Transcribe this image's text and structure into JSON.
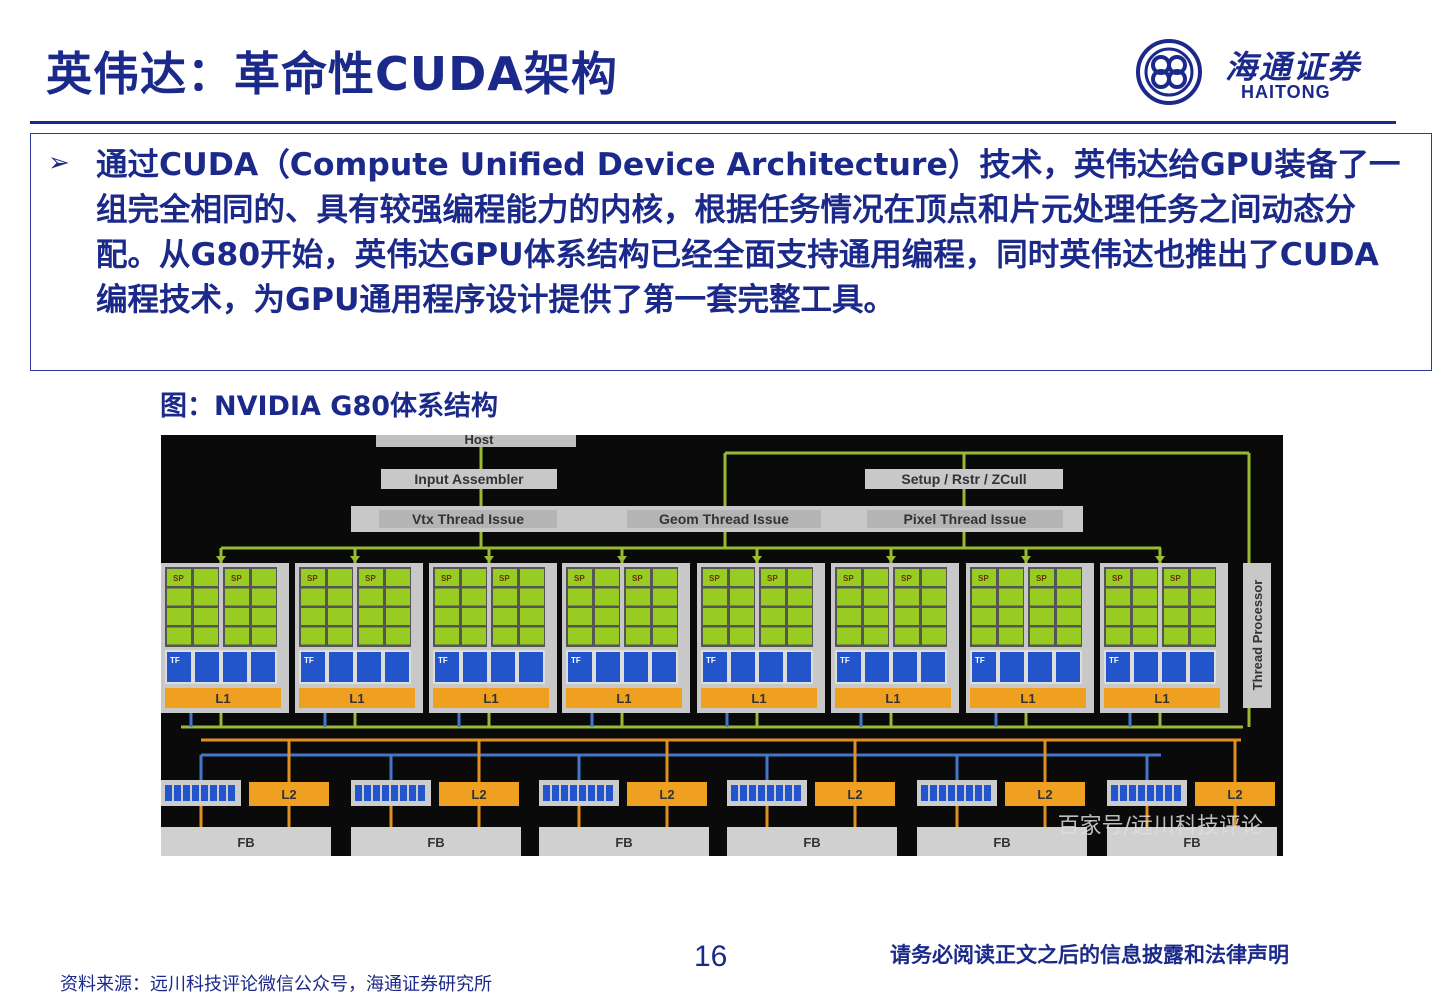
{
  "title": "英伟达：革命性CUDA架构",
  "logo": {
    "cn": "海通证券",
    "en": "HAITONG"
  },
  "bullet": "通过CUDA（Compute Unified Device Architecture）技术，英伟达给GPU装备了一组完全相同的、具有较强编程能力的内核，根据任务情况在顶点和片元处理任务之间动态分配。从G80开始，英伟达GPU体系结构已经全面支持通用编程，同时英伟达也推出了CUDA编程技术，为GPU通用程序设计提供了第一套完整工具。",
  "caption": "图：NVIDIA G80体系结构",
  "diagram": {
    "host": "Host",
    "input_assembler": "Input Assembler",
    "setup": "Setup / Rstr / ZCull",
    "vtx": "Vtx Thread Issue",
    "geom": "Geom Thread Issue",
    "pixel": "Pixel Thread Issue",
    "thread_processor": "Thread Processor",
    "sp": "SP",
    "tf": "TF",
    "l1": "L1",
    "l2": "L2",
    "fb": "FB",
    "watermark": "百家号/远川科技评论",
    "colors": {
      "background": "#0a0a0a",
      "cluster": "#c8c8c8",
      "sp": "#99cc22",
      "tf": "#2255cc",
      "l1": "#f0a020",
      "l2": "#f0a020",
      "fb": "#d0d0d0",
      "issue": "#bbbbbb",
      "green_line": "#99bb33",
      "orange_line": "#e09020",
      "blue_line": "#4477cc"
    }
  },
  "page_number": "16",
  "disclaimer": "请务必阅读正文之后的信息披露和法律声明",
  "source": "资料来源：远川科技评论微信公众号，海通证券研究所"
}
